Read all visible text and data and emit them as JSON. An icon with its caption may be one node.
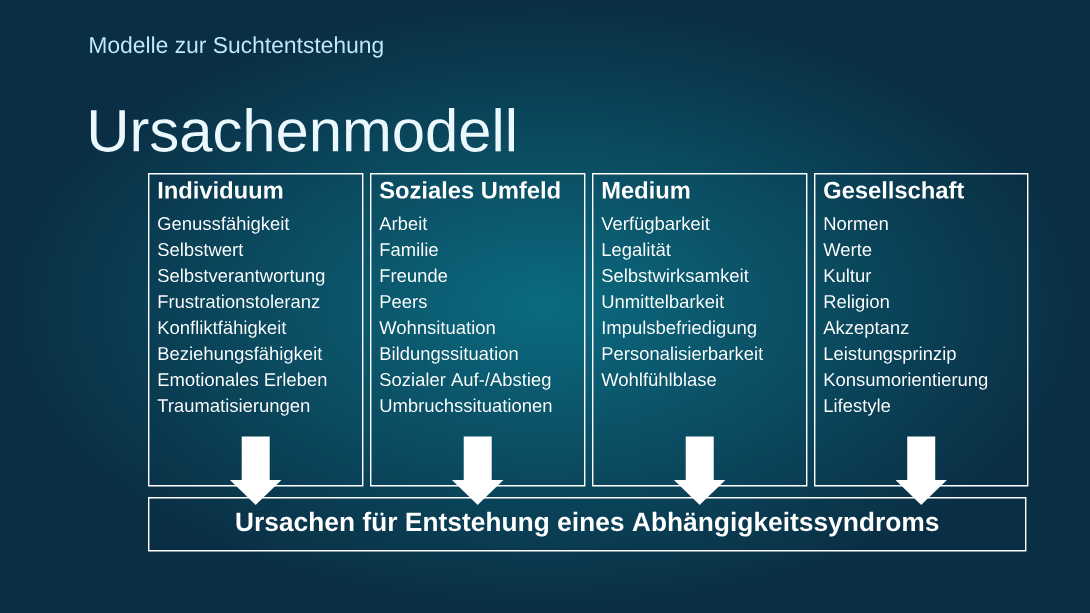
{
  "diagram": {
    "title": "Ursachenmodell",
    "nodes": [
      {
        "text": [
          "Individuum",
          "Genussfähigkeit",
          "Selbstwert",
          "Selbstverantwortung",
          "Frustrationstoleranz",
          "Konfliktfähigkeit",
          "Beziehungsfähigkeit",
          "Emotionales Erleben",
          "Traumatisierungen"
        ]
      },
      {
        "text": [
          "Soziales Umfeld",
          "Arbeit",
          "Familie",
          "Freunde",
          "Peers",
          "Wohnsituation",
          "Bildungssituation",
          "Sozialer Auf-/Abstieg",
          "Umbruchssituationen"
        ]
      },
      {
        "text": [
          "Medium",
          "Verfügbarkeit",
          "Legalität",
          "Selbstwirksamkeit",
          "Unmittelbarkeit",
          "Impulsbefriedigung",
          "Personalisierbarkeit",
          "Wohlfühlblase"
        ]
      },
      {
        "text": [
          "Gesellschaft",
          "Normen",
          "Werte",
          "Kultur",
          "Religion",
          "Akzeptanz",
          "Leistungsprinzip",
          "Konsumorientierung",
          "Lifestyle"
        ]
      },
      {
        "text": [
          "Ursachen für Entstehung eines Abhängigkeitssyndroms"
        ]
      }
    ],
    "edges": [
      {
        "from": 0,
        "to": 4,
        "arrow": "to"
      },
      {
        "from": 1,
        "to": 4,
        "arrow": "to"
      },
      {
        "from": 2,
        "to": 4,
        "arrow": "to"
      },
      {
        "from": 3,
        "to": 4,
        "arrow": "to"
      }
    ],
    "labels": [
      "Modelle zur Suchtentstehung"
    ]
  }
}
